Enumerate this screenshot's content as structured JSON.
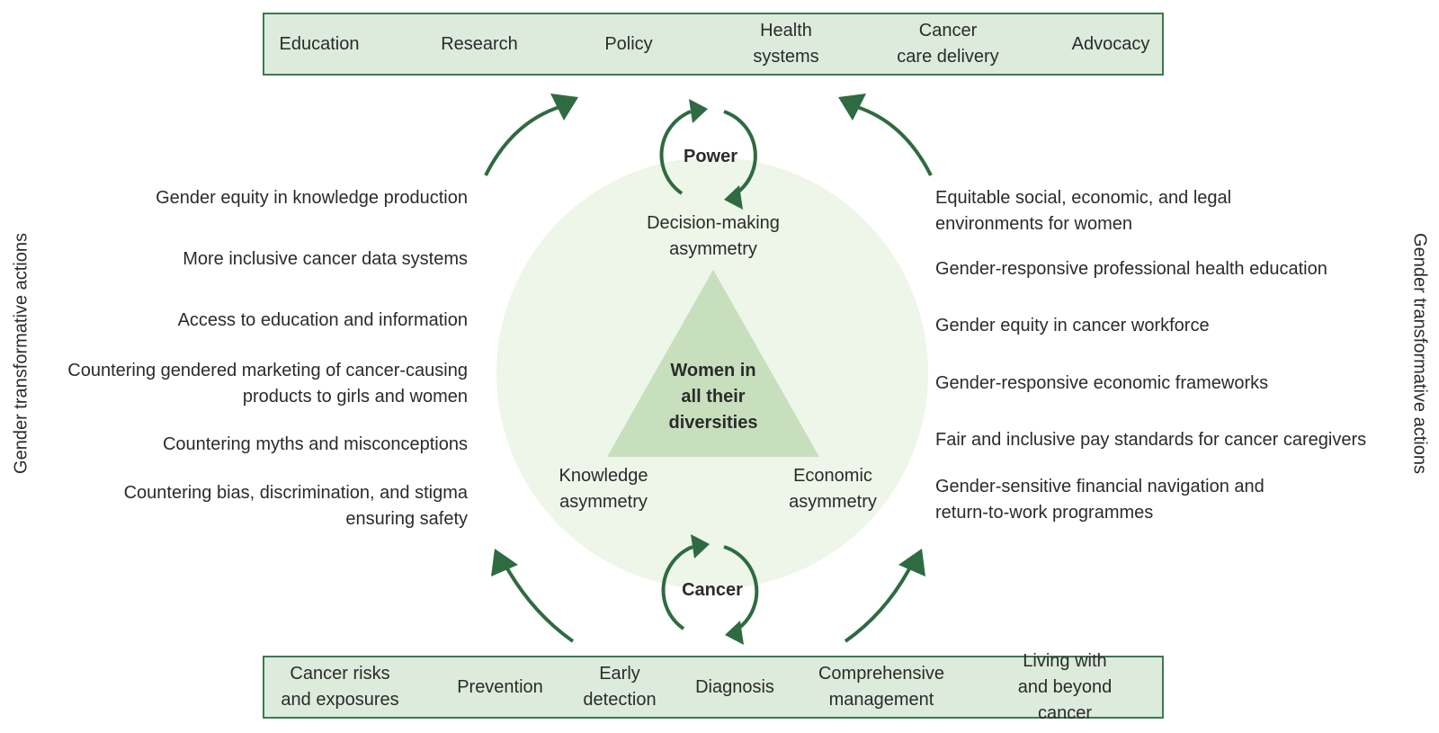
{
  "top_box": {
    "items": [
      "Education",
      "Research",
      "Policy",
      "Health\nsystems",
      "Cancer\ncare delivery",
      "Advocacy"
    ]
  },
  "bottom_box": {
    "items": [
      "Cancer risks\nand exposures",
      "Prevention",
      "Early\ndetection",
      "Diagnosis",
      "Comprehensive\nmanagement",
      "Living with\nand beyond cancer"
    ]
  },
  "side_label_left": "Gender transformative actions",
  "side_label_right": "Gender transformative actions",
  "left_actions": [
    "Gender equity in knowledge production",
    "More inclusive cancer data systems",
    "Access to education and information",
    "Countering gendered marketing of cancer-causing\nproducts to girls and women",
    "Countering myths and misconceptions",
    "Countering bias, discrimination, and stigma\nensuring safety"
  ],
  "right_actions": [
    "Equitable social, economic, and legal\nenvironments for women",
    "Gender-responsive professional health education",
    "Gender equity in cancer workforce",
    "Gender-responsive economic frameworks",
    "Fair and inclusive pay standards for cancer caregivers",
    "Gender-sensitive financial navigation and\nreturn-to-work programmes"
  ],
  "center": {
    "power_label": "Power",
    "cancer_label": "Cancer",
    "decision_label": "Decision-making\nasymmetry",
    "knowledge_label": "Knowledge\nasymmetry",
    "economic_label": "Economic\nasymmetry",
    "triangle_label": "Women in\nall their\ndiversities"
  },
  "colors": {
    "arrow": "#2e6b40",
    "box_fill": "#dcebdc",
    "box_border": "#3d7a50",
    "circle_fill": "#eef5e9",
    "triangle_fill": "#c7dfbc"
  }
}
